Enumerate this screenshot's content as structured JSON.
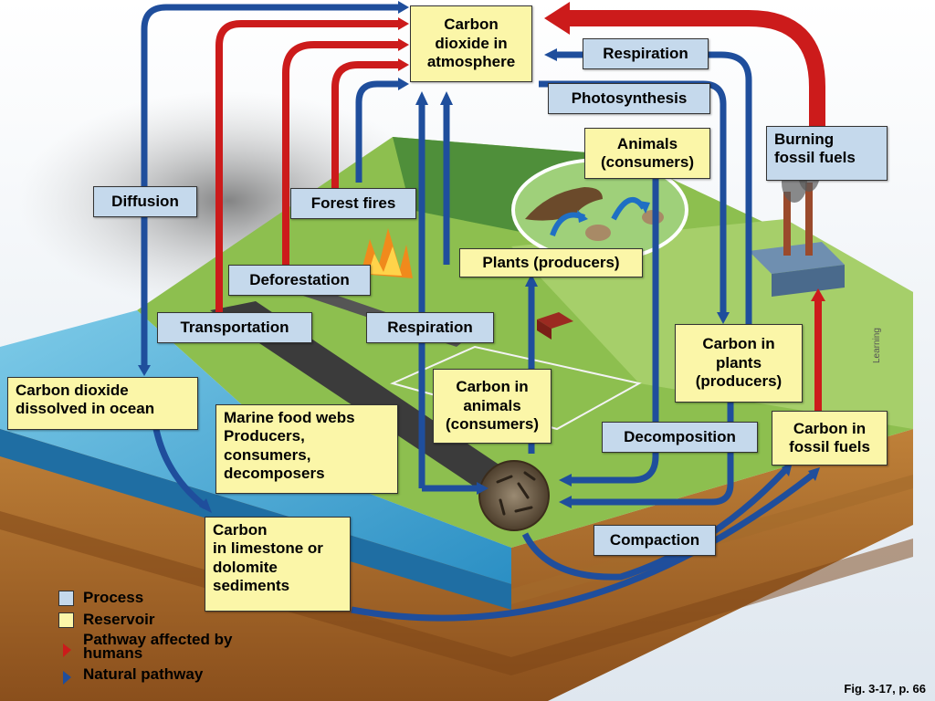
{
  "colors": {
    "process_fill": "#c5d9ec",
    "reservoir_fill": "#fbf6a8",
    "human_arrow": "#cc1b1b",
    "natural_arrow": "#1f4e9c"
  },
  "reservoirs": {
    "atmosphere": "Carbon\ndioxide in\natmosphere",
    "animals_consumers": "Animals\n(consumers)",
    "plants_producers": "Plants (producers)",
    "carbon_in_animals": "Carbon in\nanimals\n(consumers)",
    "carbon_in_plants": "Carbon in\nplants\n(producers)",
    "carbon_in_fossil_fuels": "Carbon in\nfossil fuels",
    "ocean": "Carbon dioxide\ndissolved in ocean",
    "marine_food_webs": "Marine food webs\nProducers,\nconsumers,\ndecomposers",
    "limestone": "Carbon\nin limestone or\ndolomite\nsediments"
  },
  "processes": {
    "respiration_top": "Respiration",
    "photosynthesis": "Photosynthesis",
    "burning_fossil_fuels": "Burning\nfossil fuels",
    "diffusion": "Diffusion",
    "forest_fires": "Forest fires",
    "deforestation": "Deforestation",
    "transportation": "Transportation",
    "respiration_mid": "Respiration",
    "decomposition": "Decomposition",
    "compaction": "Compaction"
  },
  "legend": {
    "process": "Process",
    "reservoir": "Reservoir",
    "human_pathway": "Pathway affected by\nhumans",
    "natural_pathway": "Natural pathway"
  },
  "credit": "Learning",
  "figure_ref": "Fig. 3-17, p. 66"
}
